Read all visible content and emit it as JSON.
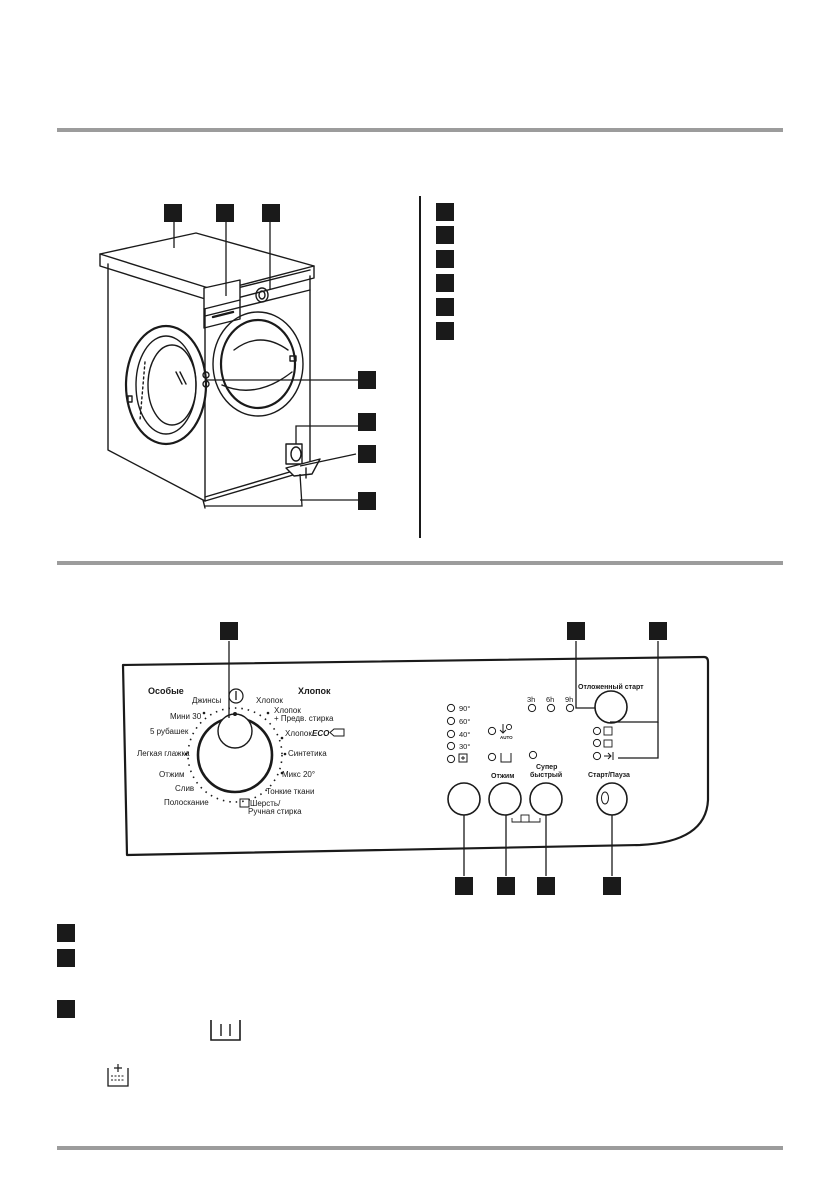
{
  "panel": {
    "group_special": "Особые",
    "group_cotton": "Хлопок",
    "programs": {
      "jeans": "Джинсы",
      "mini30": "Мини 30",
      "shirts": "5 рубашек",
      "easy_iron": "Легкая глажка",
      "spin": "Отжим",
      "drain": "Слив",
      "rinse": "Полоскание",
      "cotton": "Хлопок",
      "cotton_prewash_1": "Хлопок",
      "cotton_prewash_2": "+ Предв. стирка",
      "cotton_eco": "Хлопок",
      "eco": "ECO",
      "synthetics": "Синтетика",
      "mix20": "Микс 20°",
      "delicates": "Тонкие ткани",
      "wool_1": "Шерсть/",
      "wool_2": "Ручная стирка"
    },
    "temps": [
      "90°",
      "60°",
      "40°",
      "30°"
    ],
    "delay_hours": [
      "3h",
      "6h",
      "9h"
    ],
    "delay_label": "Отложенный старт",
    "auto_label": "AUTO",
    "spin_button_label": "Отжим",
    "super_quick_1": "Супер",
    "super_quick_2": "быстрый",
    "start_pause_label": "Старт/Пауза"
  },
  "colors": {
    "ink": "#1a1a1a",
    "rule": "#9c9c9c"
  },
  "icons": [
    "cold-wash-icon",
    "spin-reduction-icon",
    "prewash-icon",
    "door-icon",
    "rinse-plus-icon",
    "wash-phase-icon",
    "end-icon",
    "auto-icon",
    "basin-icon"
  ]
}
